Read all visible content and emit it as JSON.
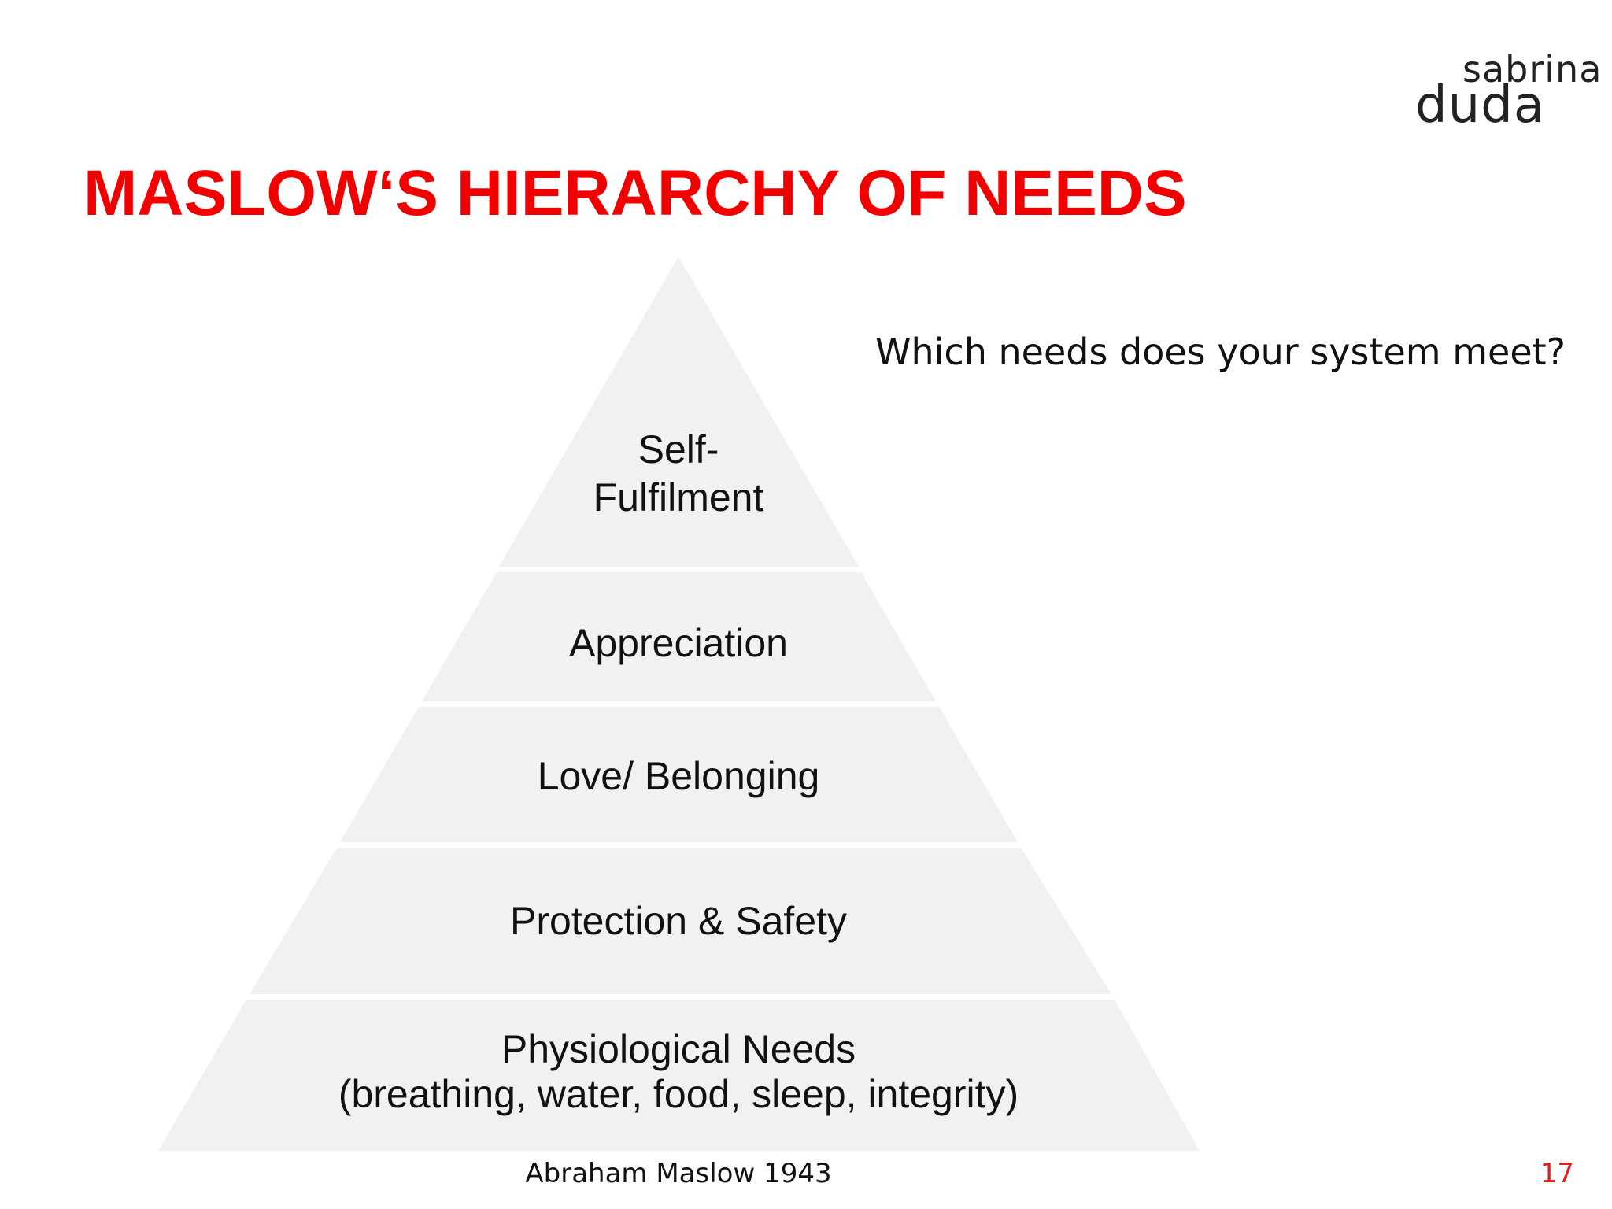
{
  "logo": {
    "line1": "sabrina",
    "line2": "duda"
  },
  "title": "MASLOW‘S HIERARCHY OF NEEDS",
  "question": "Which needs does your system meet?",
  "pyramid": {
    "tiers": [
      {
        "label_line1": "Self-",
        "label_line2": "Fulfilment"
      },
      {
        "label_line1": "Appreciation"
      },
      {
        "label_line1": "Love/ Belonging"
      },
      {
        "label_line1": "Protection & Safety"
      },
      {
        "label_line1": "Physiological Needs",
        "label_line2": "(breathing, water, food, sleep, integrity)"
      }
    ],
    "fill_color": "#f1f1f3"
  },
  "caption": "Abraham Maslow 1943",
  "page_number": "17",
  "colors": {
    "title": "#f20000",
    "page_number": "#e0201e"
  }
}
